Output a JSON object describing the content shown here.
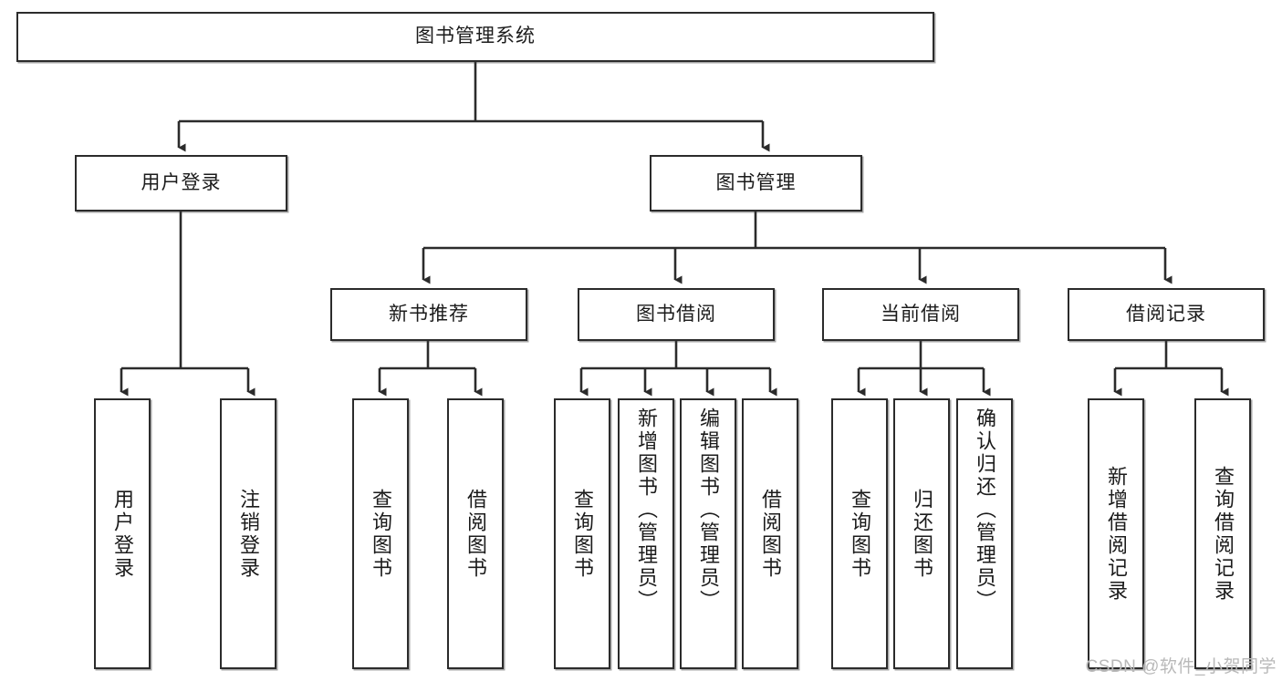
{
  "diagram": {
    "title": "图书管理系统",
    "type": "tree",
    "watermark": "CSDN @软件_小贺同学",
    "colors": {
      "stroke": "#2b2b2b",
      "fill": "#ffffff",
      "text": "#1b1b1b",
      "watermark": "#b9b9b9"
    },
    "root": {
      "label": "图书管理系统"
    },
    "level1": [
      {
        "label": "用户登录"
      },
      {
        "label": "图书管理"
      }
    ],
    "level2": [
      {
        "label": "新书推荐"
      },
      {
        "label": "图书借阅"
      },
      {
        "label": "当前借阅"
      },
      {
        "label": "借阅记录"
      }
    ],
    "leaves": {
      "user_login": [
        {
          "label": "用户登录"
        },
        {
          "label": "注销登录"
        }
      ],
      "new_book_recommend": [
        {
          "label": "查询图书"
        },
        {
          "label": "借阅图书"
        }
      ],
      "book_borrow": [
        {
          "label": "查询图书"
        },
        {
          "label": "新增图书（管理员）"
        },
        {
          "label": "编辑图书（管理员）"
        },
        {
          "label": "借阅图书"
        }
      ],
      "current_borrow": [
        {
          "label": "查询图书"
        },
        {
          "label": "归还图书"
        },
        {
          "label": "确认归还（管理员）"
        }
      ],
      "borrow_records": [
        {
          "label": "新增借阅记录"
        },
        {
          "label": "查询借阅记录"
        }
      ]
    }
  }
}
